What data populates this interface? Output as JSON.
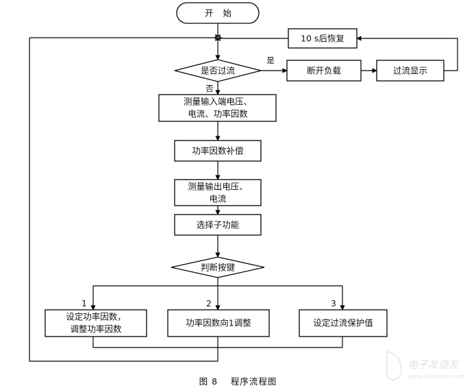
{
  "figure": {
    "caption_prefix": "图",
    "caption_number": "8",
    "caption_title": "程序流程图"
  },
  "colors": {
    "stroke": "#000000",
    "fill": "#ffffff",
    "text": "#111111",
    "watermark": "#9aa3ab"
  },
  "nodes": {
    "start": {
      "label": "开 始",
      "shape": "terminator"
    },
    "overcurrent_decision": {
      "label": "是否过流",
      "shape": "decision"
    },
    "restore_after_10s": {
      "label": "10 s后恢复",
      "shape": "process"
    },
    "disconnect_load": {
      "label": "断开负载",
      "shape": "process"
    },
    "overcurrent_display": {
      "label": "过流显示",
      "shape": "process"
    },
    "measure_input": {
      "label_line1": "测量输入端电压、",
      "label_line2": "电流、功率因数",
      "shape": "process"
    },
    "pf_compensation": {
      "label": "功率因数补偿",
      "shape": "process"
    },
    "measure_output": {
      "label_line1": "测量输出电压、",
      "label_line2": "电流",
      "shape": "process"
    },
    "select_subfunction": {
      "label": "选择子功能",
      "shape": "process"
    },
    "key_decision": {
      "label": "判断按键",
      "shape": "decision"
    },
    "branch1_box": {
      "label_line1": "设定功率因数，",
      "label_line2": "调整功率因数",
      "shape": "process"
    },
    "branch2_box": {
      "label": "功率因数向1调整",
      "shape": "process"
    },
    "branch3_box": {
      "label": "设定过流保护值",
      "shape": "process"
    }
  },
  "edge_labels": {
    "yes": "是",
    "no": "否",
    "branch1": "1",
    "branch2": "2",
    "branch3": "3"
  },
  "watermark": {
    "brand": "电子发烧友",
    "url": "www.elecfans.com"
  }
}
